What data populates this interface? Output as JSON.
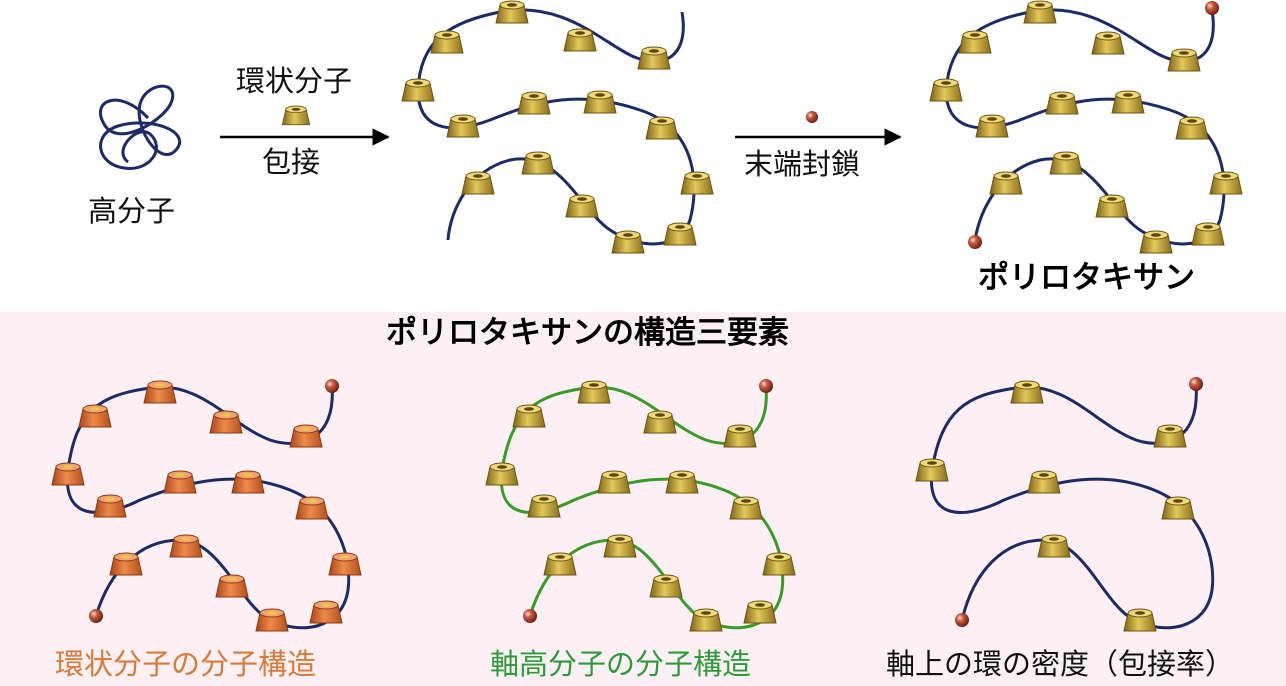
{
  "top": {
    "polymer_label": "高分子",
    "cyclic_label": "環状分子",
    "inclusion_label": "包接",
    "endcap_label": "末端封鎖",
    "product_label": "ポリロタキサン"
  },
  "panel": {
    "title": "ポリロタキサンの構造三要素",
    "element1": "環状分子の分子構造",
    "element2": "軸高分子の分子構造",
    "element3": "軸上の環の密度（包接率）"
  },
  "colors": {
    "chain": "#1c2a66",
    "ring_gold": "#c9a93a",
    "ring_orange": "#e0723a",
    "axis_green": "#3a9a2a",
    "stopper": "#b03a26",
    "panel_bg": "#fdf0f4"
  }
}
